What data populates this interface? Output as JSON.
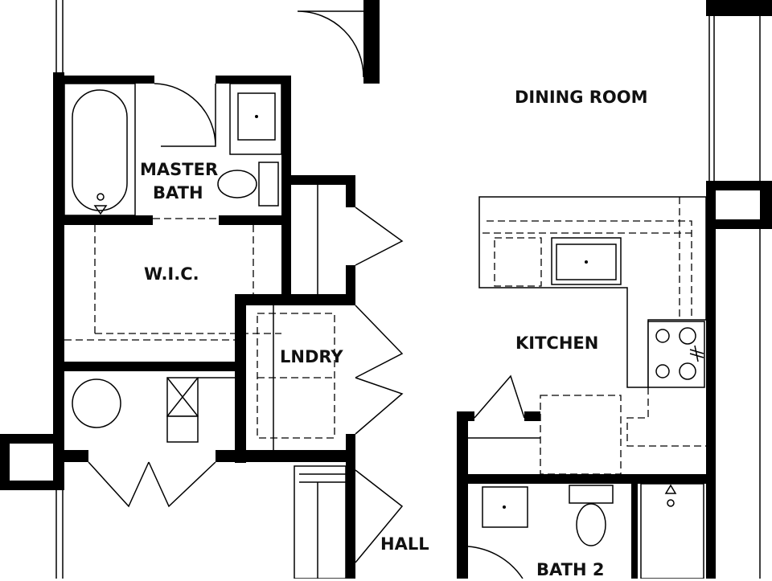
{
  "plan": {
    "rooms": {
      "dining_room": "DINING ROOM",
      "master_bath_line1": "MASTER",
      "master_bath_line2": "BATH",
      "wic": "W.I.C.",
      "laundry": "LNDRY",
      "kitchen": "KITCHEN",
      "hall": "HALL",
      "bath2": "BATH 2"
    },
    "colors": {
      "wall": "#000000",
      "background": "#ffffff"
    }
  }
}
